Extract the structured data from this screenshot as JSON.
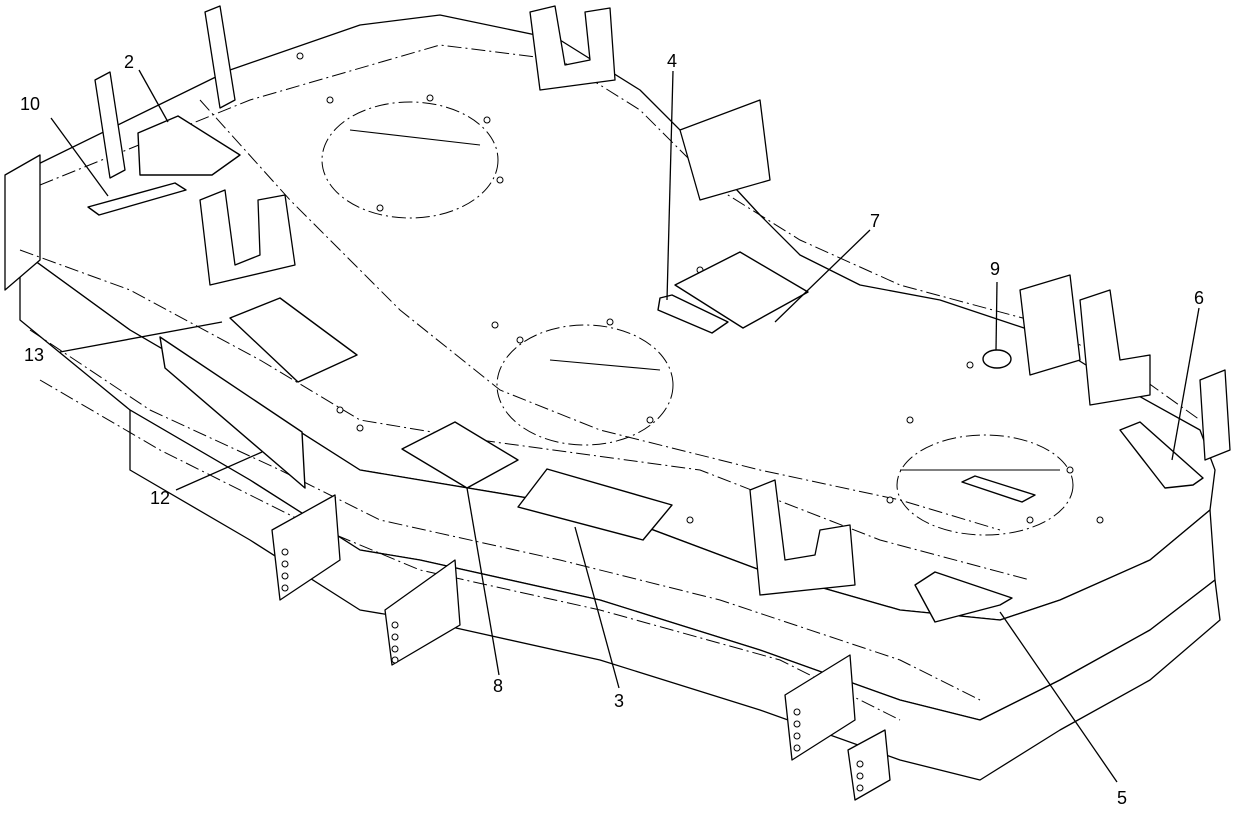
{
  "callouts": [
    {
      "id": "c2",
      "label": "2"
    },
    {
      "id": "c10",
      "label": "10"
    },
    {
      "id": "c4",
      "label": "4"
    },
    {
      "id": "c7",
      "label": "7"
    },
    {
      "id": "c9",
      "label": "9"
    },
    {
      "id": "c6",
      "label": "6"
    },
    {
      "id": "c13",
      "label": "13"
    },
    {
      "id": "c12",
      "label": "12"
    },
    {
      "id": "c8",
      "label": "8"
    },
    {
      "id": "c3",
      "label": "3"
    },
    {
      "id": "c5",
      "label": "5"
    }
  ]
}
